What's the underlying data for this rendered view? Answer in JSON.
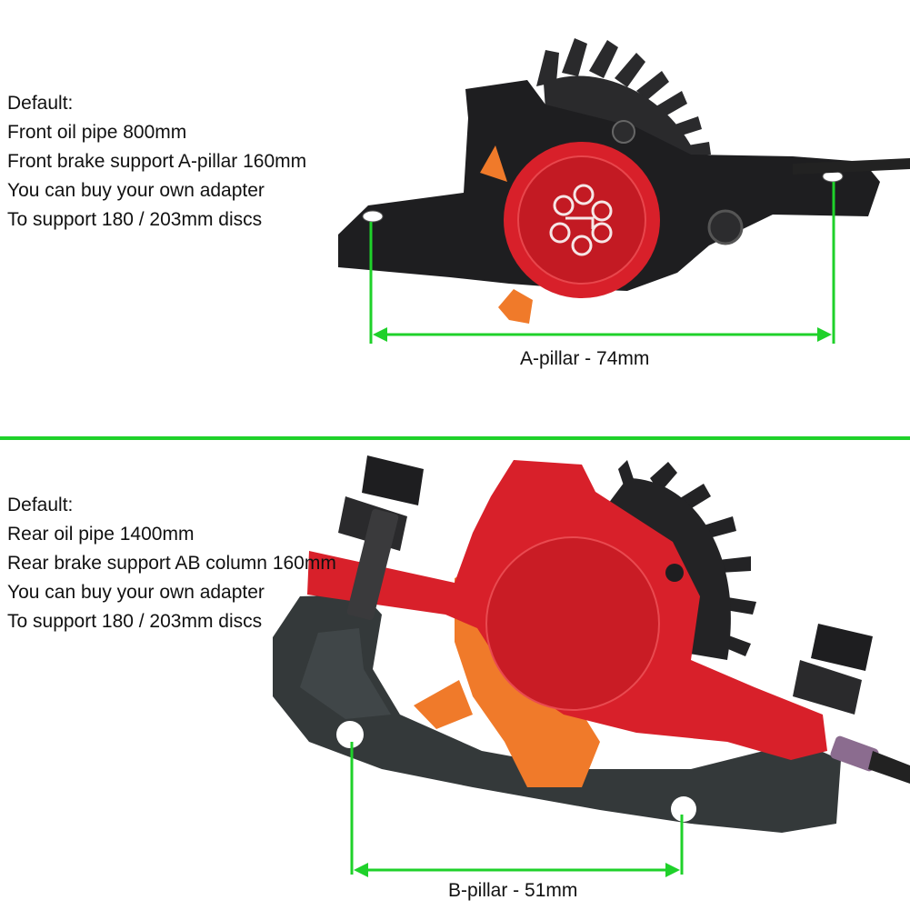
{
  "front": {
    "spec_lines": [
      "Default:",
      "Front oil pipe 800mm",
      "Front brake support A-pillar 160mm",
      "You can buy your own adapter",
      "To support 180 / 203mm discs"
    ],
    "dimension_label": "A-pillar - 74mm"
  },
  "rear": {
    "spec_lines": [
      "Default:",
      "Rear oil pipe 1400mm",
      "Rear brake support AB column 160mm",
      "You can buy your own adapter",
      "To support 180 / 203mm discs"
    ],
    "dimension_label": "B-pillar - 51mm"
  },
  "colors": {
    "dimension_green": "#1fd12a",
    "caliper_red": "#d8202a",
    "caliper_black": "#1e1e20",
    "adapter_grey": "#34393a",
    "pad_orange": "#f07a2a"
  }
}
